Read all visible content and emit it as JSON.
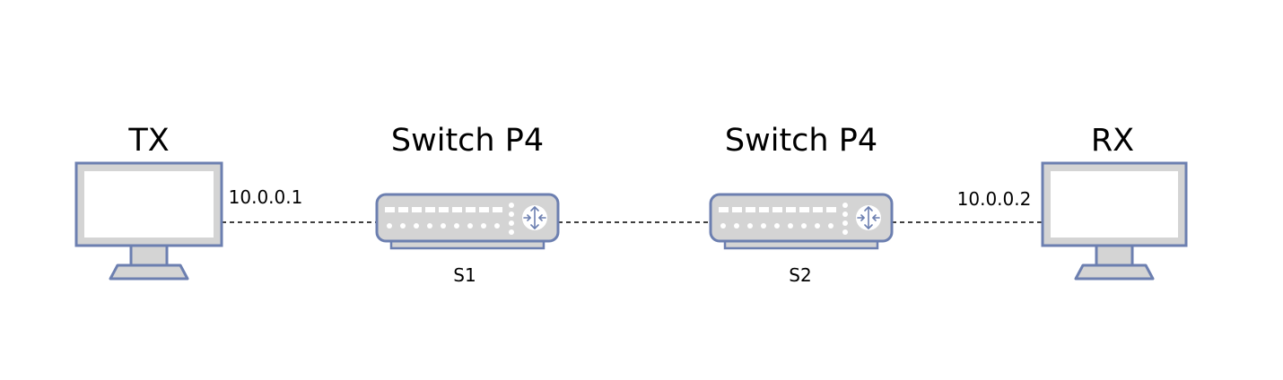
{
  "nodes": {
    "tx": {
      "title": "TX",
      "address": "10.0.0.1"
    },
    "s1": {
      "title": "Switch P4",
      "name": "S1"
    },
    "s2": {
      "title": "Switch P4",
      "name": "S2"
    },
    "rx": {
      "title": "RX",
      "address": "10.0.0.2"
    }
  },
  "colors": {
    "outline": "#6c7fb0",
    "switch_fill": "#d4d4d4",
    "screen_fill": "#ffffff",
    "monitor_fill": "#d4d4d4",
    "link": "#000000"
  },
  "icons": [
    "monitor-icon",
    "switch-icon",
    "router-arrows-icon"
  ]
}
